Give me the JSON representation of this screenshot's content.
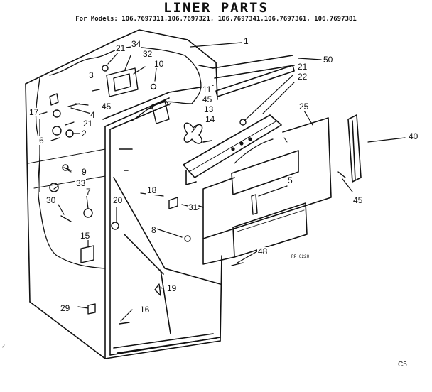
{
  "title": "LINER PARTS",
  "models_line": "For Models: 106.7697311,106.7697321, 106.7697341,106.7697361, 106.7697381",
  "callouts": [
    {
      "id": "c1",
      "label": "1"
    },
    {
      "id": "c50",
      "label": "50"
    },
    {
      "id": "c21a",
      "label": "21"
    },
    {
      "id": "c34",
      "label": "34"
    },
    {
      "id": "c32",
      "label": "32"
    },
    {
      "id": "c10",
      "label": "10"
    },
    {
      "id": "c3",
      "label": "3"
    },
    {
      "id": "c11",
      "label": "11"
    },
    {
      "id": "c45a",
      "label": "45"
    },
    {
      "id": "c13",
      "label": "13"
    },
    {
      "id": "c14",
      "label": "14"
    },
    {
      "id": "c21b",
      "label": "21"
    },
    {
      "id": "c22",
      "label": "22"
    },
    {
      "id": "c25",
      "label": "25"
    },
    {
      "id": "c40",
      "label": "40"
    },
    {
      "id": "c45b",
      "label": "45"
    },
    {
      "id": "c17",
      "label": "17"
    },
    {
      "id": "c45c",
      "label": "45"
    },
    {
      "id": "c4",
      "label": "4"
    },
    {
      "id": "c21c",
      "label": "21"
    },
    {
      "id": "c2",
      "label": "2"
    },
    {
      "id": "c6",
      "label": "6"
    },
    {
      "id": "c9",
      "label": "9"
    },
    {
      "id": "c33",
      "label": "33"
    },
    {
      "id": "c7",
      "label": "7"
    },
    {
      "id": "c30",
      "label": "30"
    },
    {
      "id": "c18",
      "label": "18"
    },
    {
      "id": "c20",
      "label": "20"
    },
    {
      "id": "c31",
      "label": "31"
    },
    {
      "id": "c5",
      "label": "5"
    },
    {
      "id": "c15",
      "label": "15"
    },
    {
      "id": "c8",
      "label": "8"
    },
    {
      "id": "c48",
      "label": "48"
    },
    {
      "id": "c19",
      "label": "19"
    },
    {
      "id": "c29",
      "label": "29"
    },
    {
      "id": "c16",
      "label": "16"
    }
  ],
  "reference_code": "RF 6228",
  "corner_code": "C5",
  "edge_mark": "✓"
}
